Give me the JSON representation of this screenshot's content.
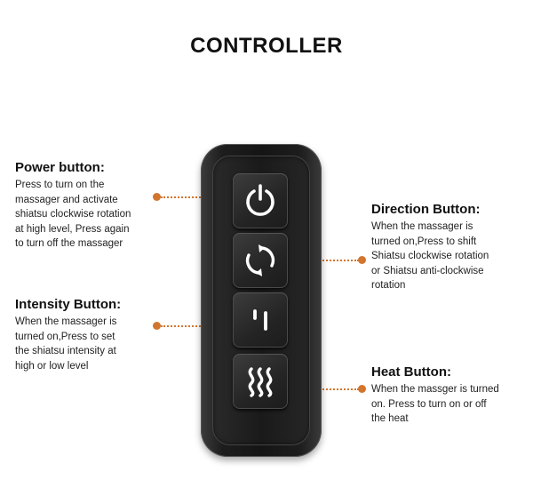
{
  "title": "CONTROLLER",
  "power": {
    "heading": "Power button:",
    "description": "Press to turn on the\nmassager and activate\nshiatsu clockwise rotation\nat high level, Press again\nto turn off the massager"
  },
  "intensity": {
    "heading": "Intensity Button:",
    "description": "When the massager is\nturned on,Press to set\nthe shiatsu intensity at\nhigh or low level"
  },
  "direction": {
    "heading": "Direction Button:",
    "description": "When the massager is\nturned on,Press to shift\nShiatsu clockwise rotation\nor Shiatsu anti-clockwise\nrotation"
  },
  "heat": {
    "heading": "Heat Button:",
    "description": "When the massger is turned\non. Press to turn on or off\nthe heat"
  },
  "colors": {
    "accent": "#d2752d",
    "device": "#1a1a1a",
    "icon": "#ffffff"
  },
  "icons": {
    "power": "power-icon",
    "direction": "rotation-arrows-icon",
    "intensity": "intensity-bars-icon",
    "heat": "heat-waves-icon"
  }
}
